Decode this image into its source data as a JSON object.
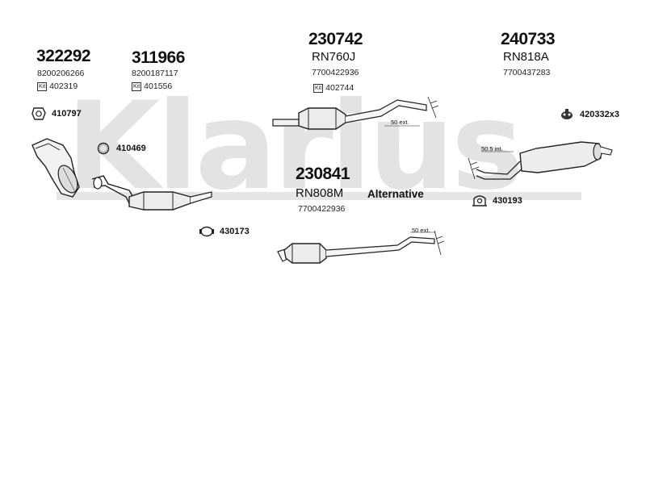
{
  "watermark": "Klarius",
  "groups": [
    {
      "part_number": "322292",
      "oem": "8200206266",
      "kit": "402319"
    },
    {
      "part_number": "311966",
      "oem": "8200187117",
      "kit": "401556"
    },
    {
      "part_number": "230742",
      "ref": "RN760J",
      "oem": "7700422936",
      "kit": "402744"
    },
    {
      "part_number": "240733",
      "ref": "RN818A",
      "oem": "7700437283"
    },
    {
      "part_number": "230841",
      "ref": "RN808M",
      "oem": "7700422936"
    }
  ],
  "fittings": [
    {
      "code": "410797",
      "icon": "gasket-icon"
    },
    {
      "code": "410469",
      "icon": "ring-icon"
    },
    {
      "code": "430173",
      "icon": "clamp-icon"
    },
    {
      "code": "430193",
      "icon": "mount-icon"
    },
    {
      "code": "420332x3",
      "icon": "rubber-hanger-icon"
    }
  ],
  "kit_icon_label": "Kit",
  "alternative_label": "Alternative",
  "length_labels": [
    "50 ext.",
    "50.5 int.",
    "50 ext."
  ]
}
